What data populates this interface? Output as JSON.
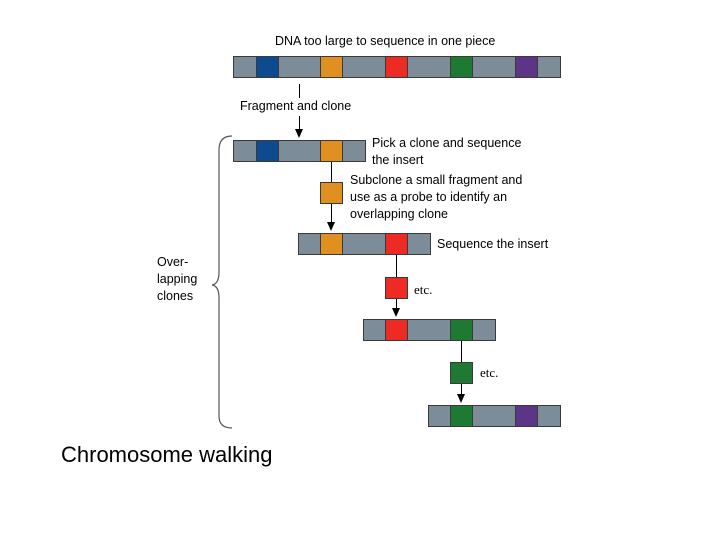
{
  "title": "DNA too large to sequence in one piece",
  "steps": {
    "fragment": "Fragment and clone",
    "pick": "Pick a clone and sequence\nthe insert",
    "subclone": "Subclone a small fragment and\nuse as a probe to identify an\noverlapping clone",
    "sequence": "Sequence the insert",
    "etc1": "etc.",
    "etc2": "etc."
  },
  "brace_label": "Over-\nlapping\nclones",
  "caption": "Chromosome walking",
  "colors": {
    "backbone": "#7c8c99",
    "blue": "#0d4a8f",
    "orange": "#e09020",
    "red": "#ee2a24",
    "green": "#1e7a32",
    "purple": "#5d3585"
  }
}
